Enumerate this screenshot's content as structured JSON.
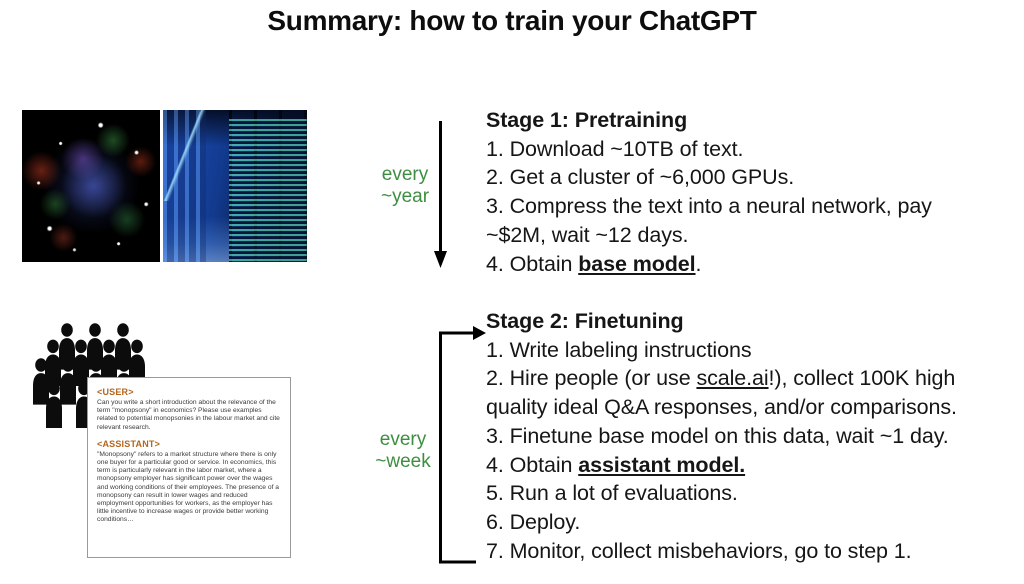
{
  "title": "Summary: how to train your ChatGPT",
  "colors": {
    "accent_green": "#3e8e41",
    "doc_tag_orange": "#b5651d"
  },
  "cadence": {
    "stage1": [
      "every",
      "~year"
    ],
    "stage2": [
      "every",
      "~week"
    ]
  },
  "stage1": {
    "title": "Stage 1: Pretraining",
    "step1": "1. Download ~10TB of text.",
    "step2": "2. Get a cluster of ~6,000 GPUs.",
    "step3": "3. Compress the text into a neural network, pay ~$2M, wait ~12 days.",
    "step4_prefix": "4. Obtain ",
    "step4_emphasis": "base model",
    "step4_suffix": "."
  },
  "stage2": {
    "title": "Stage 2: Finetuning",
    "step1": "1. Write labeling instructions",
    "step2_prefix": "2. Hire people (or use ",
    "step2_link": "scale.ai",
    "step2_suffix": "!), collect 100K high quality ideal Q&A responses, and/or comparisons.",
    "step3": "3. Finetune base model on this data, wait ~1 day.",
    "step4_prefix": "4. Obtain ",
    "step4_emphasis": "assistant model.",
    "step5": "5. Run a lot of evaluations.",
    "step6": "6. Deploy.",
    "step7": "7. Monitor, collect misbehaviors, go to step 1."
  },
  "document": {
    "user_tag": "<USER>",
    "user_text": "Can you write a short introduction about the relevance of the term \"monopsony\" in economics? Please use examples related to potential monopsonies in the labour market and cite relevant research.",
    "assistant_tag": "<ASSISTANT>",
    "assistant_text": "\"Monopsony\" refers to a market structure where there is only one buyer for a particular good or service. In economics, this term is particularly relevant in the labor market, where a monopsony employer has significant power over the wages and working conditions of their employees. The presence of a monopsony can result in lower wages and reduced employment opportunities for workers, as the employer has little incentive to increase wages or provide better working conditions…"
  },
  "images": {
    "network_graph": "internet-text-data-visualization",
    "datacenter": "gpu-cluster-datacenter-photo"
  }
}
